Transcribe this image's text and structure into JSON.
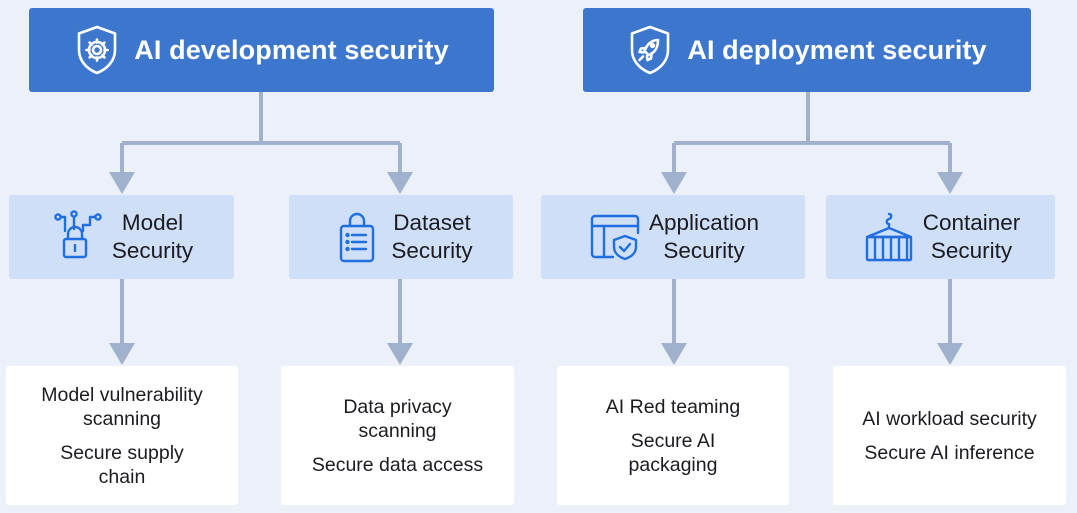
{
  "colors": {
    "background": "#ebf0f9",
    "top_box": "#3d76cd",
    "mid_box": "#cfdff7",
    "leaf_box": "#ffffff",
    "connector": "#9fb1cd",
    "icon_blue": "#1f6fe0"
  },
  "columns": [
    {
      "title": "AI development security",
      "icon": "shield-gear-icon",
      "categories": [
        {
          "label_lines": [
            "Model",
            "Security"
          ],
          "icon": "circuit-lock-icon",
          "items": [
            [
              "Model vulnerability",
              "scanning"
            ],
            [
              "Secure supply",
              "chain"
            ]
          ]
        },
        {
          "label_lines": [
            "Dataset",
            "Security"
          ],
          "icon": "clipboard-lock-icon",
          "items": [
            [
              "Data privacy",
              "scanning"
            ],
            [
              "Secure data access"
            ]
          ]
        }
      ]
    },
    {
      "title": "AI deployment security",
      "icon": "shield-rocket-icon",
      "categories": [
        {
          "label_lines": [
            "Application",
            "Security"
          ],
          "icon": "window-shield-icon",
          "items": [
            [
              "AI Red teaming"
            ],
            [
              "Secure AI",
              "packaging"
            ]
          ]
        },
        {
          "label_lines": [
            "Container",
            "Security"
          ],
          "icon": "container-icon",
          "items": [
            [
              "AI workload security"
            ],
            [
              "Secure AI inference"
            ]
          ]
        }
      ]
    }
  ]
}
